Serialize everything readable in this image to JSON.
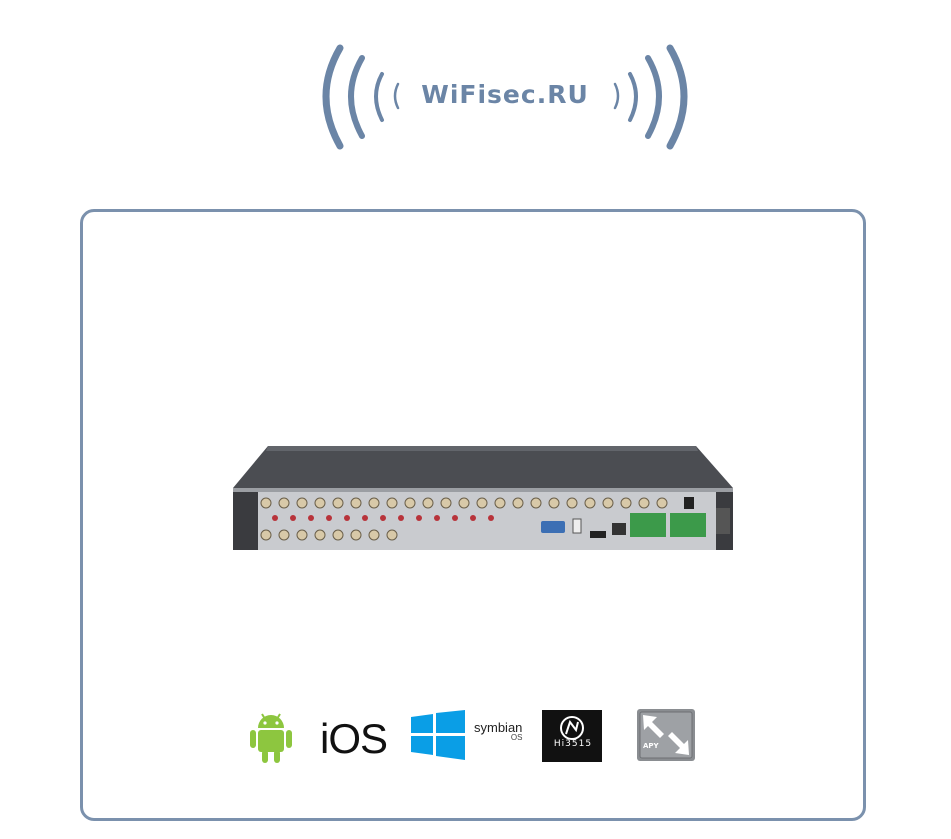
{
  "logo": {
    "text": "WiFisec.RU"
  },
  "platforms": {
    "ios_label": "iOS",
    "symbian_label": "symbian",
    "symbian_sub": "OS",
    "hisilicon_label": "Hi3515",
    "apy_label": "APY"
  },
  "colors": {
    "brand": "#6b85a6",
    "panel_border": "#7b91ad",
    "android_green": "#8dc63f",
    "windows_blue": "#0a9ee6"
  }
}
